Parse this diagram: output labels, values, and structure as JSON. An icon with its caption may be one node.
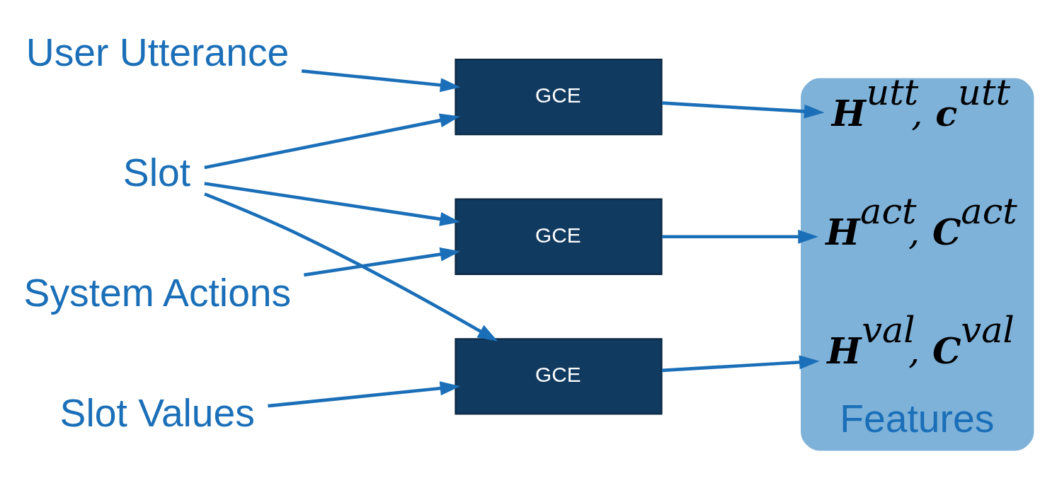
{
  "diagram": {
    "nodes": [
      {
        "text": [
          "Slot"
        ]
      },
      {
        "text": [
          "User Utterance"
        ]
      },
      {
        "text": [
          "System Actions"
        ]
      },
      {
        "text": [
          "Slot Values"
        ]
      },
      {
        "text": [
          "GCE"
        ]
      },
      {
        "text": [
          "GCE"
        ]
      },
      {
        "text": [
          "GCE"
        ]
      },
      {
        "text": [
          "Features"
        ]
      },
      {
        "text": [
          "**H**$^{utt}$, **c**$^{utt}$"
        ],
        "in": 7
      },
      {
        "text": [
          "**H**$^{act}$, **C**$^{act}$"
        ],
        "in": 7
      },
      {
        "text": [
          "**H**$^{val}$, **C**$^{val}$"
        ],
        "in": 7
      }
    ],
    "edges": [
      {
        "from": 1,
        "to": 4,
        "arrow": "to"
      },
      {
        "from": 2,
        "to": 5,
        "arrow": "to"
      },
      {
        "from": 3,
        "to": 6,
        "arrow": "to"
      },
      {
        "from": 0,
        "to": 4,
        "arrow": "to"
      },
      {
        "from": 0,
        "to": 5,
        "arrow": "to"
      },
      {
        "from": 0,
        "to": 6,
        "arrow": "to"
      },
      {
        "from": 4,
        "to": 8,
        "arrow": "to"
      },
      {
        "from": 5,
        "to": 9,
        "arrow": "to"
      },
      {
        "from": 6,
        "to": 10,
        "arrow": "to"
      }
    ]
  }
}
